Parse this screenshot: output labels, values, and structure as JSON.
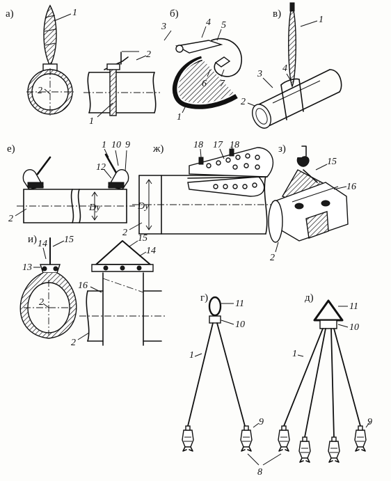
{
  "figure": {
    "panels": {
      "a": "а)",
      "b": "б)",
      "v": "в)",
      "g": "г)",
      "d": "д)",
      "e": "е)",
      "zh": "ж)",
      "z": "з)",
      "i": "и)"
    },
    "callouts": {
      "n1": "1",
      "n2": "2",
      "n3": "3",
      "n4": "4",
      "n5": "5",
      "n6": "6",
      "n7": "7",
      "n8": "8",
      "n9": "9",
      "n10": "10",
      "n11": "11",
      "n12": "12",
      "n13": "13",
      "n14": "14",
      "n15": "15",
      "n16": "16",
      "n17": "17",
      "n18": "18"
    },
    "dims": {
      "dy": "Dy"
    }
  }
}
